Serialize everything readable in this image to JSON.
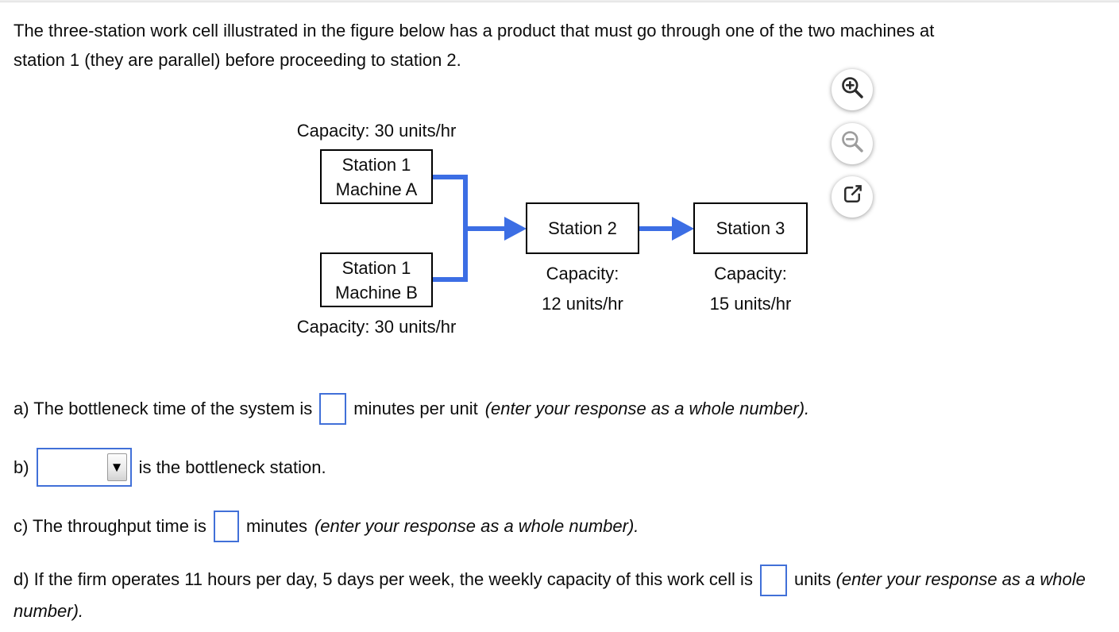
{
  "intro": {
    "line1": "The three-station work cell illustrated in the figure below has a product that must go through one of the two machines at",
    "line2": "station 1 (they are parallel) before proceeding to station 2."
  },
  "figure": {
    "station1a": {
      "line1": "Station 1",
      "line2": "Machine A",
      "capacity": "Capacity: 30 units/hr"
    },
    "station1b": {
      "line1": "Station 1",
      "line2": "Machine B",
      "capacity": "Capacity: 30 units/hr"
    },
    "station2": {
      "label": "Station 2",
      "capacity_line1": "Capacity:",
      "capacity_line2": "12 units/hr"
    },
    "station3": {
      "label": "Station 3",
      "capacity_line1": "Capacity:",
      "capacity_line2": "15 units/hr"
    }
  },
  "toolbar": {
    "zoom_in_icon": "magnifier-plus",
    "zoom_out_icon": "magnifier-minus",
    "open_in_new_icon": "arrow-out-of-box"
  },
  "questions": {
    "a": {
      "prefix": "a) The bottleneck time of the system is",
      "input_value": "",
      "suffix": "minutes per unit",
      "note": "(enter your response as a whole number)."
    },
    "b": {
      "prefix": "b)",
      "dropdown_value": "",
      "dropdown_arrow": "▼",
      "suffix": "is the bottleneck station."
    },
    "c": {
      "prefix": "c) The throughput time is",
      "input_value": "",
      "suffix": "minutes",
      "note": "(enter your response as a whole number)."
    },
    "d": {
      "prefix": "d) If the firm operates 11 hours per day, 5 days per week, the weekly capacity of this work cell is",
      "input_value": "",
      "suffix": "units",
      "note": "(enter your response as a whole number)."
    }
  },
  "colors": {
    "arrow_blue": "#3c6ee4",
    "input_border": "#4170d8",
    "icon_dark": "#2b2b2b",
    "icon_disabled": "#9d9d9d",
    "box_border": "#000000"
  }
}
